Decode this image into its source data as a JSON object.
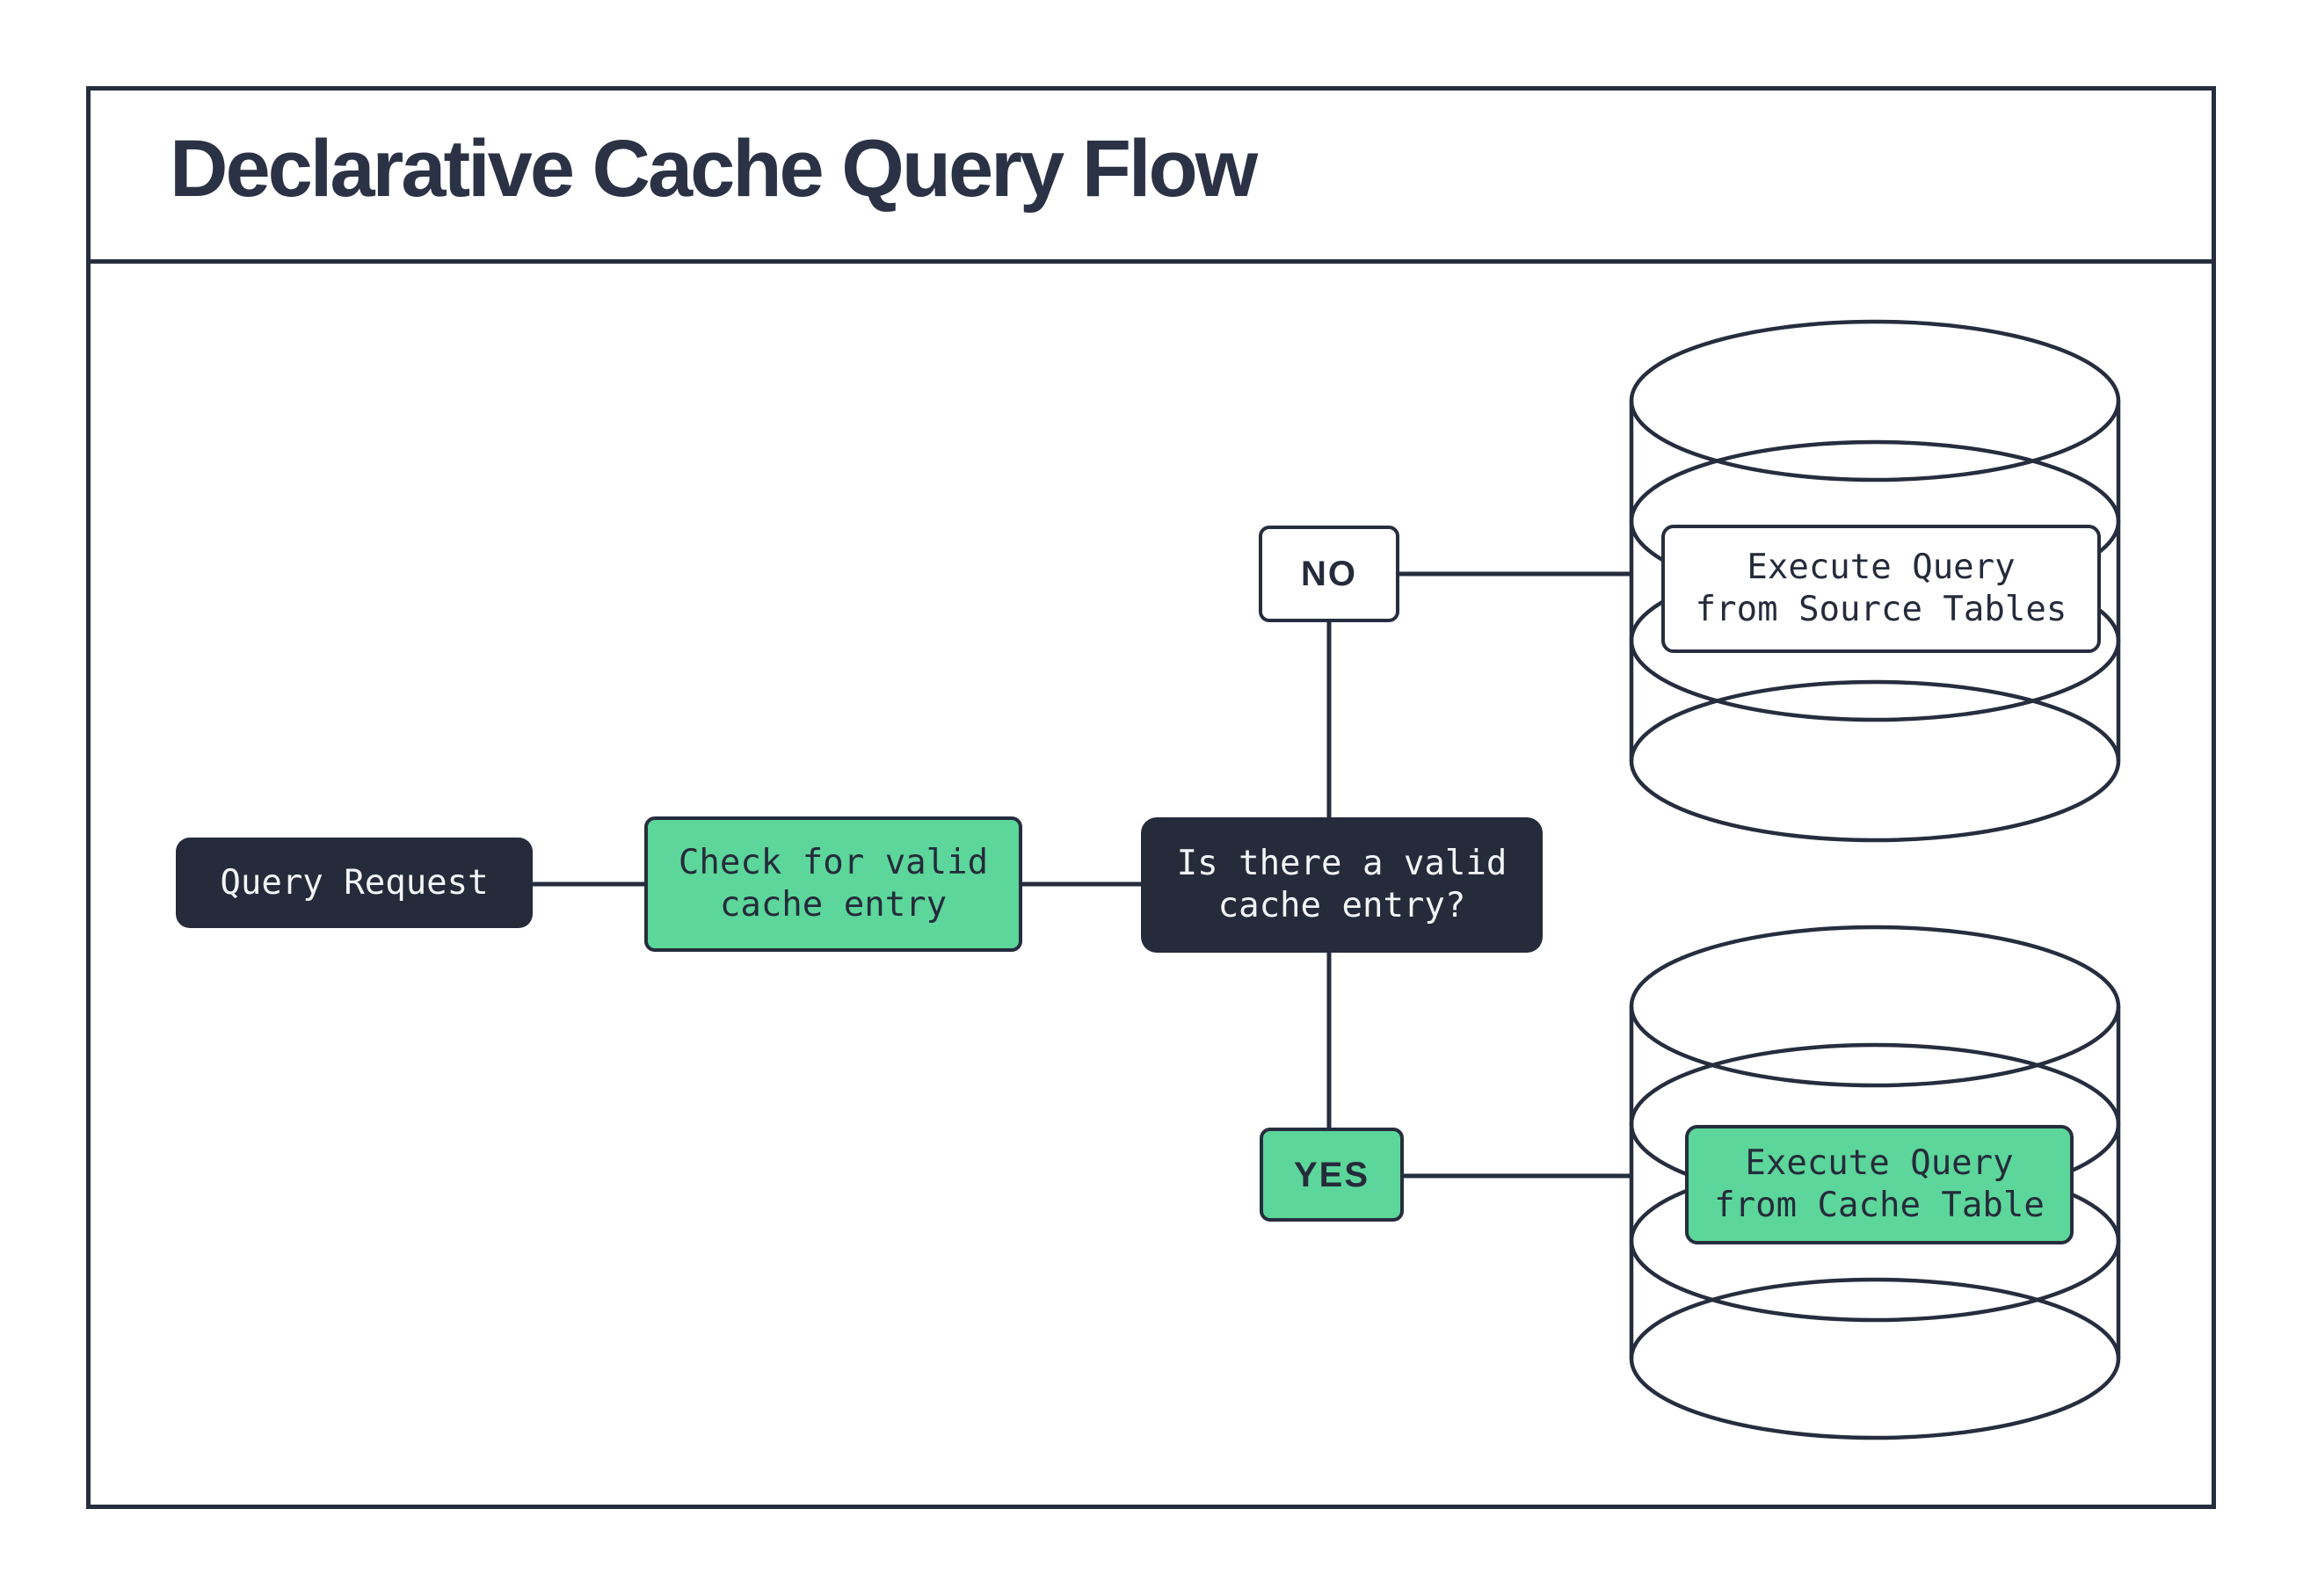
{
  "title": "Declarative Cache Query Flow",
  "colors": {
    "ink": "#262D3E",
    "dark_fill": "#252B3B",
    "green": "#5CD69A",
    "paper": "#FFFFFF",
    "light_text": "#F3F4F6",
    "title_text": "#2B3245"
  },
  "nodes": {
    "query_request": {
      "label": "Query Request"
    },
    "check_cache": {
      "lines": [
        "Check for valid",
        "cache entry"
      ]
    },
    "decision": {
      "lines": [
        "Is there a valid",
        "cache entry?"
      ]
    },
    "no_branch": {
      "label": "NO"
    },
    "yes_branch": {
      "label": "YES"
    },
    "source_db": {
      "lines": [
        "Execute Query",
        "from Source Tables"
      ]
    },
    "cache_db": {
      "lines": [
        "Execute Query",
        "from Cache Table"
      ]
    }
  },
  "icons": {
    "source_database": "database-cylinder",
    "cache_database": "database-cylinder"
  }
}
